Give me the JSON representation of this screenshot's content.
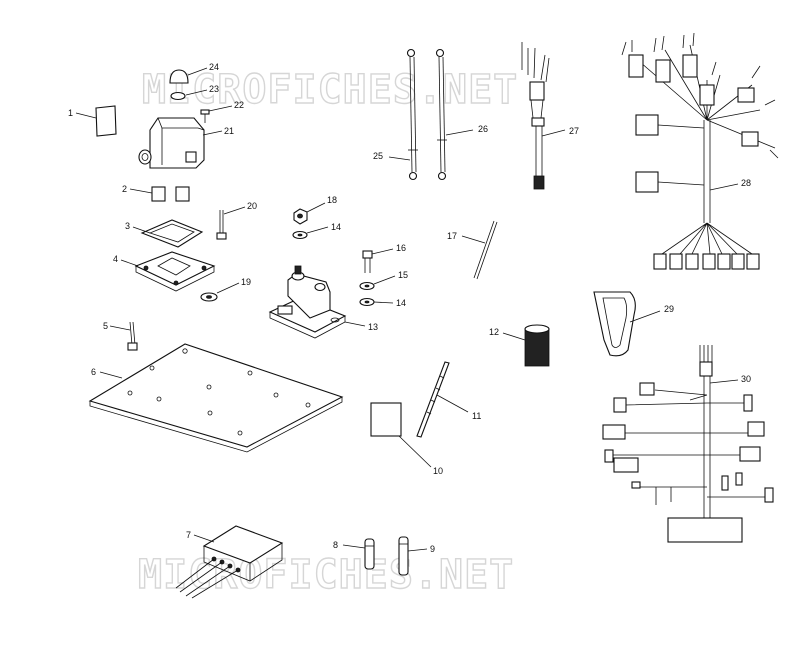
{
  "watermark": {
    "top": "MICROFICHES.NET",
    "bottom": "MICROFICHES.NET"
  },
  "callouts": {
    "c1": "1",
    "c2": "2",
    "c3": "3",
    "c4": "4",
    "c5": "5",
    "c6": "6",
    "c7": "7",
    "c8": "8",
    "c9": "9",
    "c10": "10",
    "c11": "11",
    "c12": "12",
    "c13": "13",
    "c14a": "14",
    "c14b": "14",
    "c15": "15",
    "c16": "16",
    "c17": "17",
    "c18": "18",
    "c19": "19",
    "c20": "20",
    "c21": "21",
    "c22": "22",
    "c23": "23",
    "c24": "24",
    "c25": "25",
    "c26": "26",
    "c27": "27",
    "c28": "28",
    "c29": "29",
    "c30": "30"
  }
}
